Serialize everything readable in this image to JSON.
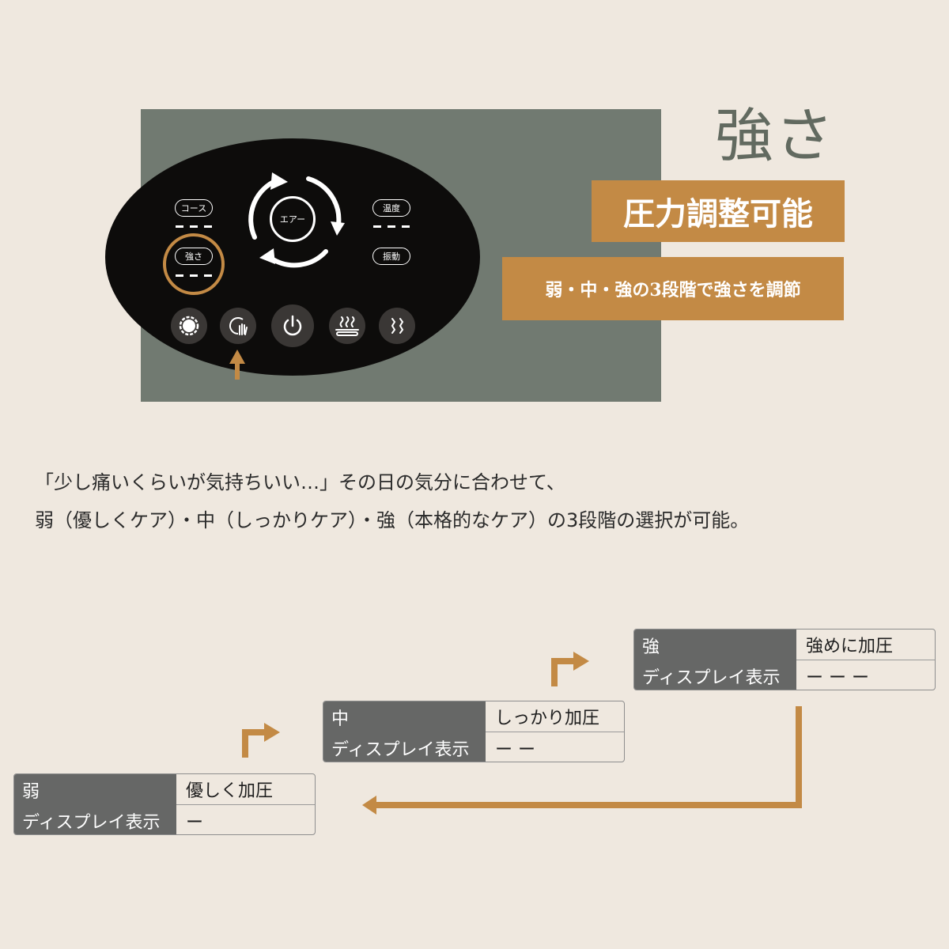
{
  "heading": {
    "title": "強さ",
    "badge": "圧力調整可能",
    "subbadge": "弱・中・強の3段階で強さを調節"
  },
  "remote": {
    "course_label": "コース",
    "strength_label": "強さ",
    "air_label": "エアー",
    "temperature_label": "温度",
    "vibration_label": "振動",
    "buttons": [
      "course-icon",
      "strength-icon",
      "power-icon",
      "heat-icon",
      "vibration-icon"
    ],
    "highlight_color": "#c38a45"
  },
  "description": {
    "line1": "「少し痛いくらいが気持ちいい…」その日の気分に合わせて、",
    "line2": "弱（優しくケア）・中（しっかりケア）・強（本格的なケア）の3段階の選択が可能。"
  },
  "levels": [
    {
      "name": "弱",
      "pressure": "優しく加圧",
      "display_label": "ディスプレイ表示",
      "display_value": "ー"
    },
    {
      "name": "中",
      "pressure": "しっかり加圧",
      "display_label": "ディスプレイ表示",
      "display_value": "ー ー"
    },
    {
      "name": "強",
      "pressure": "強めに加圧",
      "display_label": "ディスプレイ表示",
      "display_value": "ー ー ー"
    }
  ],
  "colors": {
    "background": "#efe8df",
    "panel": "#717a71",
    "accent": "#c38a45",
    "table_header": "#666766"
  }
}
